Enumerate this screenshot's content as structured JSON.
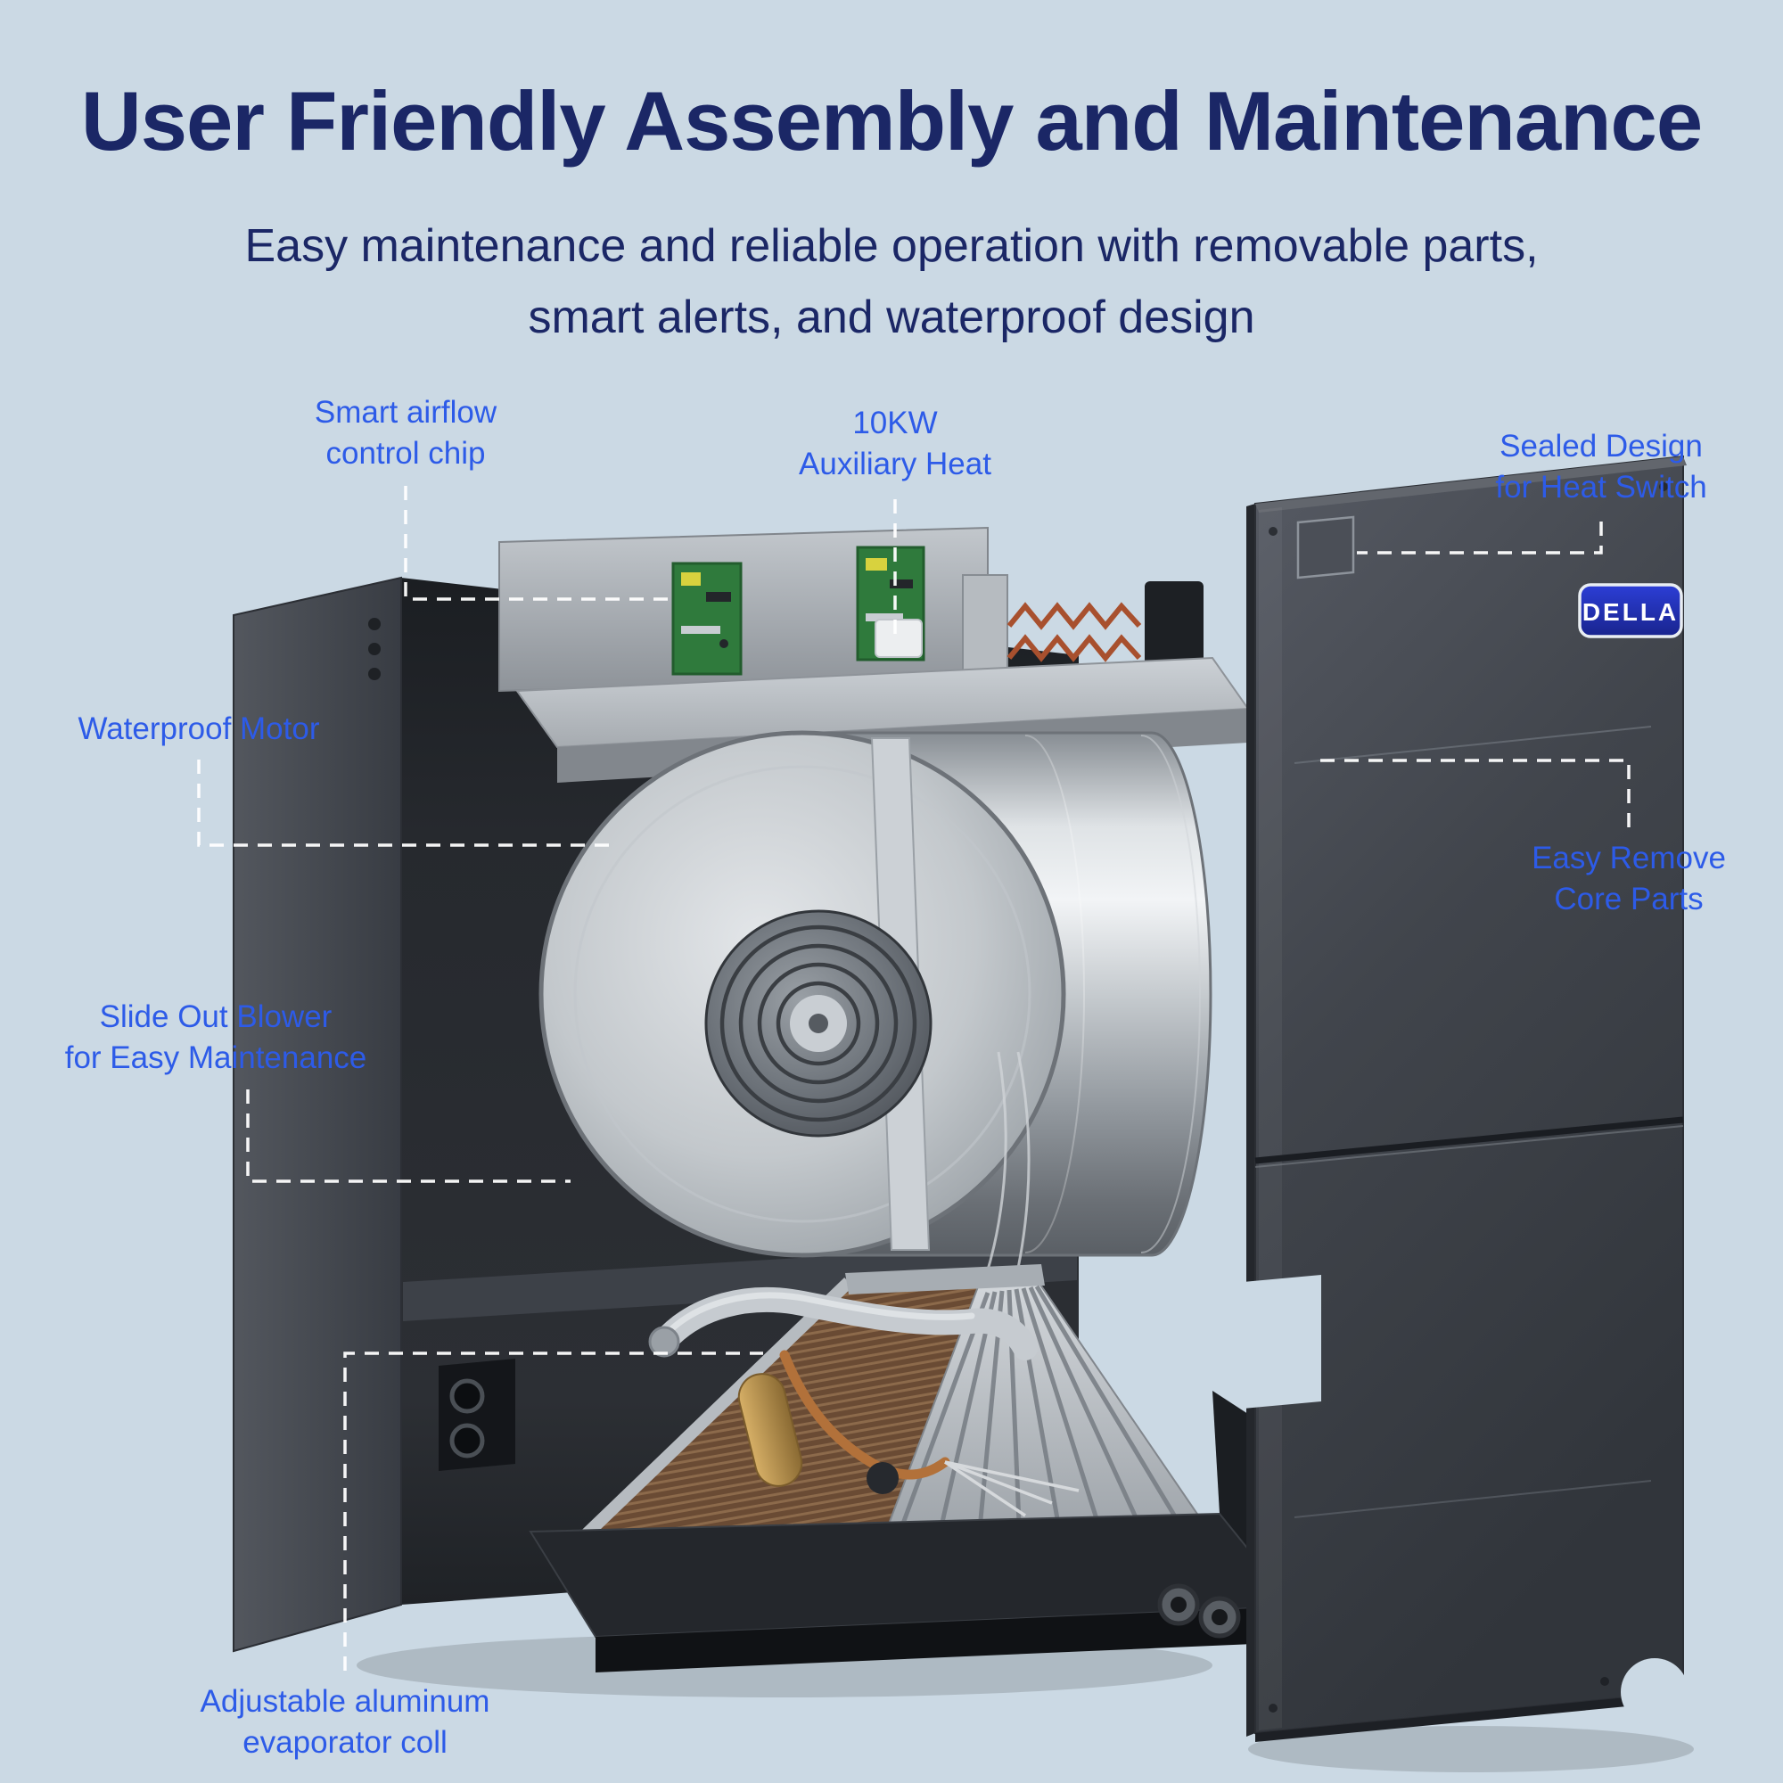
{
  "page": {
    "title": "User Friendly Assembly and Maintenance",
    "subtitle_lines": [
      "Easy maintenance and reliable operation with removable parts,",
      "smart alerts, and waterproof design"
    ]
  },
  "brand": {
    "logo_text": "DELLA"
  },
  "callouts": {
    "smart_chip": {
      "lines": [
        "Smart airflow",
        "control chip"
      ]
    },
    "aux_heat": {
      "lines": [
        "10KW",
        "Auxiliary Heat"
      ]
    },
    "sealed_design": {
      "lines": [
        "Sealed Design",
        "for Heat Switch"
      ]
    },
    "waterproof_motor": {
      "lines": [
        "Waterproof Motor"
      ]
    },
    "easy_remove": {
      "lines": [
        "Easy Remove",
        "Core Parts"
      ]
    },
    "slide_out": {
      "lines": [
        "Slide Out Blower",
        "for Easy Maintenance"
      ]
    },
    "evaporator": {
      "lines": [
        "Adjustable aluminum",
        "evaporator coll"
      ]
    }
  },
  "colors": {
    "background": "#cbd9e4",
    "title_navy": "#1b2766",
    "callout_blue": "#2d5be8",
    "logo_blue": "#2233c2",
    "connector_white": "#ffffff"
  }
}
